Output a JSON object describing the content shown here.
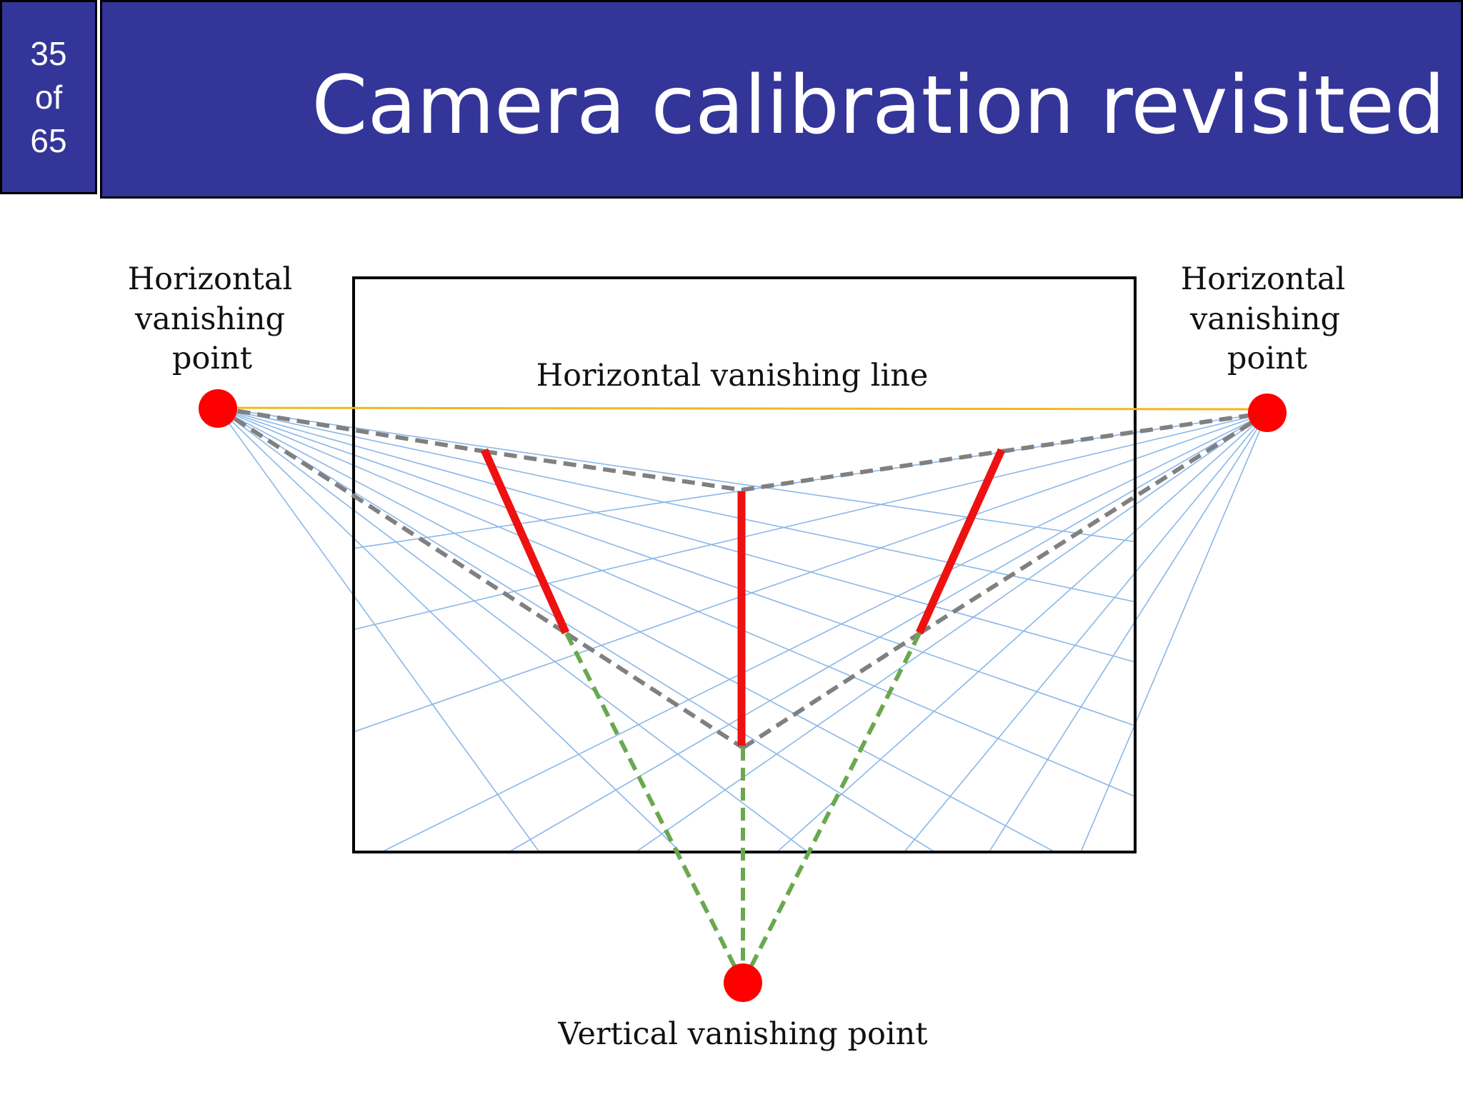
{
  "slide": {
    "number": "35",
    "of_label": "of",
    "total": "65",
    "title": "Camera calibration revisited"
  },
  "colors": {
    "header_bg": "#343599",
    "vanishing_point": "#ff0000",
    "horizon_line": "#f2b81c",
    "grid_lines": "#8ab7e8",
    "construction_gray": "#808080",
    "construction_green": "#6aa84f",
    "vertical_edges": "#ee1111"
  },
  "diagram": {
    "left_vp_label": [
      "Horizontal",
      "vanishing",
      "point"
    ],
    "right_vp_label": [
      "Horizontal",
      "vanishing",
      "point"
    ],
    "horizon_label": "Horizontal vanishing line",
    "vertical_vp_label": "Vertical vanishing point"
  }
}
